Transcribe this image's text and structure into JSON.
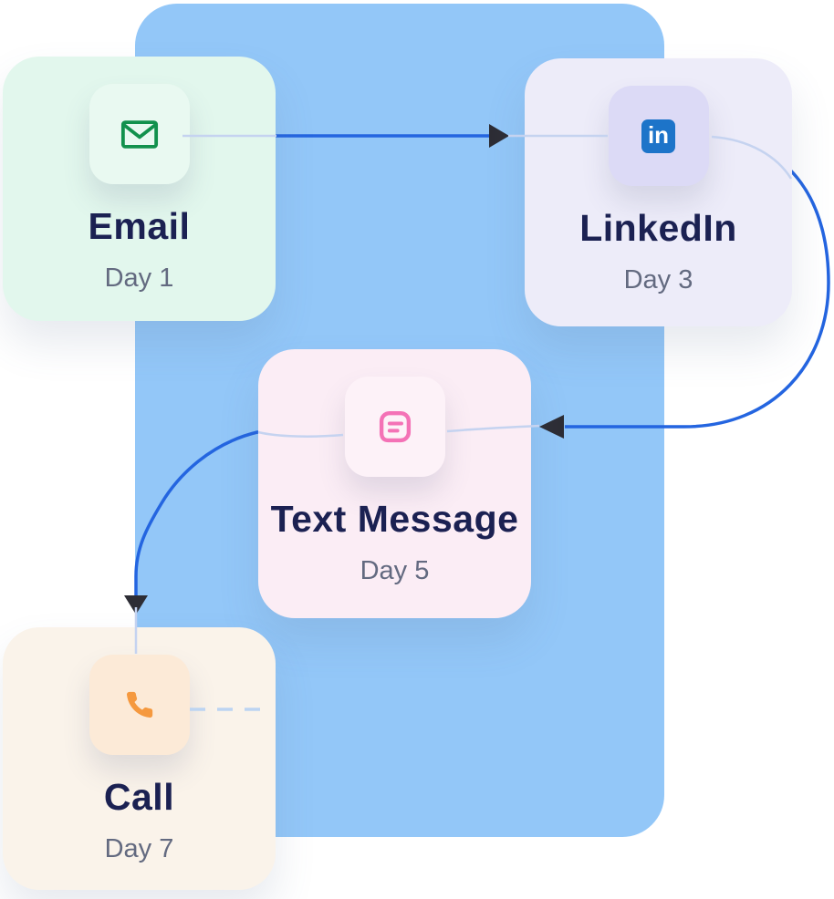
{
  "steps": [
    {
      "title": "Email",
      "day": "Day 1",
      "icon": "envelope-icon",
      "card_color": "#e2f7ed",
      "tile_color": "#e9f9f1",
      "icon_color": "#12914d"
    },
    {
      "title": "LinkedIn",
      "day": "Day 3",
      "icon": "linkedin-icon",
      "badge_text": "in",
      "card_color": "#edecf9",
      "tile_color": "#dcdaf6",
      "icon_color": "#1d74c9"
    },
    {
      "title": "Text Message",
      "day": "Day 5",
      "icon": "chat-bubble-icon",
      "card_color": "#fbedf5",
      "tile_color": "#fdf2f8",
      "icon_color": "#f472b6"
    },
    {
      "title": "Call",
      "day": "Day 7",
      "icon": "phone-icon",
      "card_color": "#faf3ea",
      "tile_color": "#fcead7",
      "icon_color": "#f5993f"
    }
  ],
  "connections": [
    {
      "from": "Email",
      "to": "LinkedIn",
      "style": "solid-arrow"
    },
    {
      "from": "LinkedIn",
      "to": "Text Message",
      "style": "solid-arrow"
    },
    {
      "from": "Text Message",
      "to": "Call",
      "style": "solid-arrow"
    },
    {
      "from": "Call",
      "to": "next-step",
      "style": "dashed"
    }
  ],
  "colors": {
    "backdrop": "#93c7f8",
    "connector": "#2465e0",
    "connector_faint": "#c5d3f0",
    "connector_dashed": "#bcd4f2",
    "arrowhead": "#2d2d35",
    "title_text": "#1b2152",
    "day_text": "#636a80"
  }
}
